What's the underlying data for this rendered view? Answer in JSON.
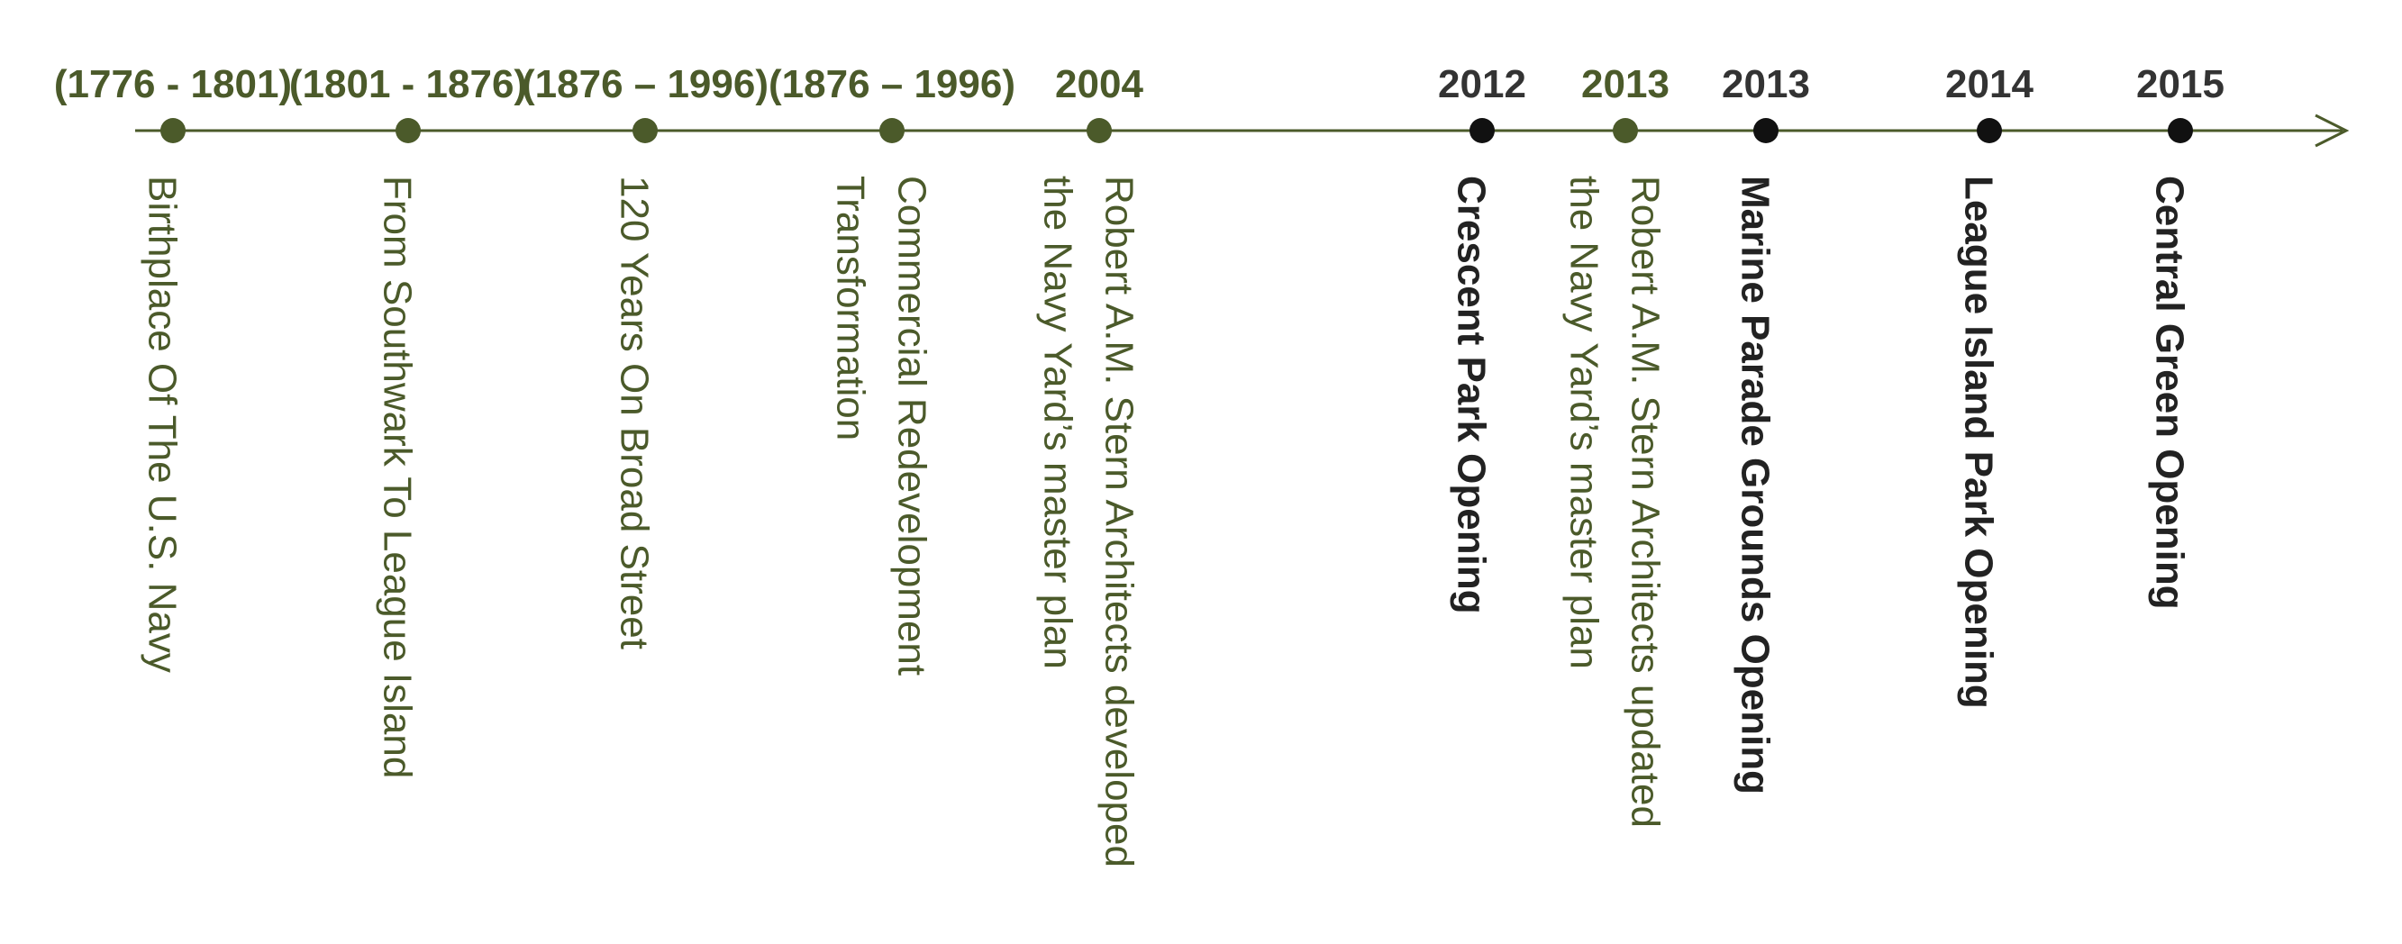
{
  "colors": {
    "olive": "#4b5a2a",
    "dark": "#222222",
    "line": "#4b5a2a"
  },
  "events": [
    {
      "date": "(1776 - 1801)",
      "lines": [
        "Birthplace Of The U.S. Navy"
      ],
      "style": "olive"
    },
    {
      "date": "(1801 - 1876)",
      "lines": [
        "From Southwark To League Island"
      ],
      "style": "olive"
    },
    {
      "date": "(1876 – 1996)",
      "lines": [
        "120 Years On Broad Street"
      ],
      "style": "olive"
    },
    {
      "date": "(1876 – 1996)",
      "lines": [
        "Commercial Redevelopment",
        "Transformation"
      ],
      "style": "olive"
    },
    {
      "date": "2004",
      "lines": [
        "Robert A.M. Stern Architects developed",
        "the Navy Yard’s master plan"
      ],
      "style": "olive"
    },
    {
      "date": "2012",
      "lines": [
        "Crescent Park Opening"
      ],
      "style": "dark"
    },
    {
      "date": "2013",
      "lines": [
        "Robert A.M. Stern Architects updated",
        "the Navy Yard’s master plan"
      ],
      "style": "olive"
    },
    {
      "date": "2013",
      "lines": [
        "Marine Parade Grounds Opening"
      ],
      "style": "dark"
    },
    {
      "date": "2014",
      "lines": [
        "League Island Park Opening"
      ],
      "style": "dark"
    },
    {
      "date": "2015",
      "lines": [
        "Central Green Opening"
      ],
      "style": "dark"
    }
  ]
}
